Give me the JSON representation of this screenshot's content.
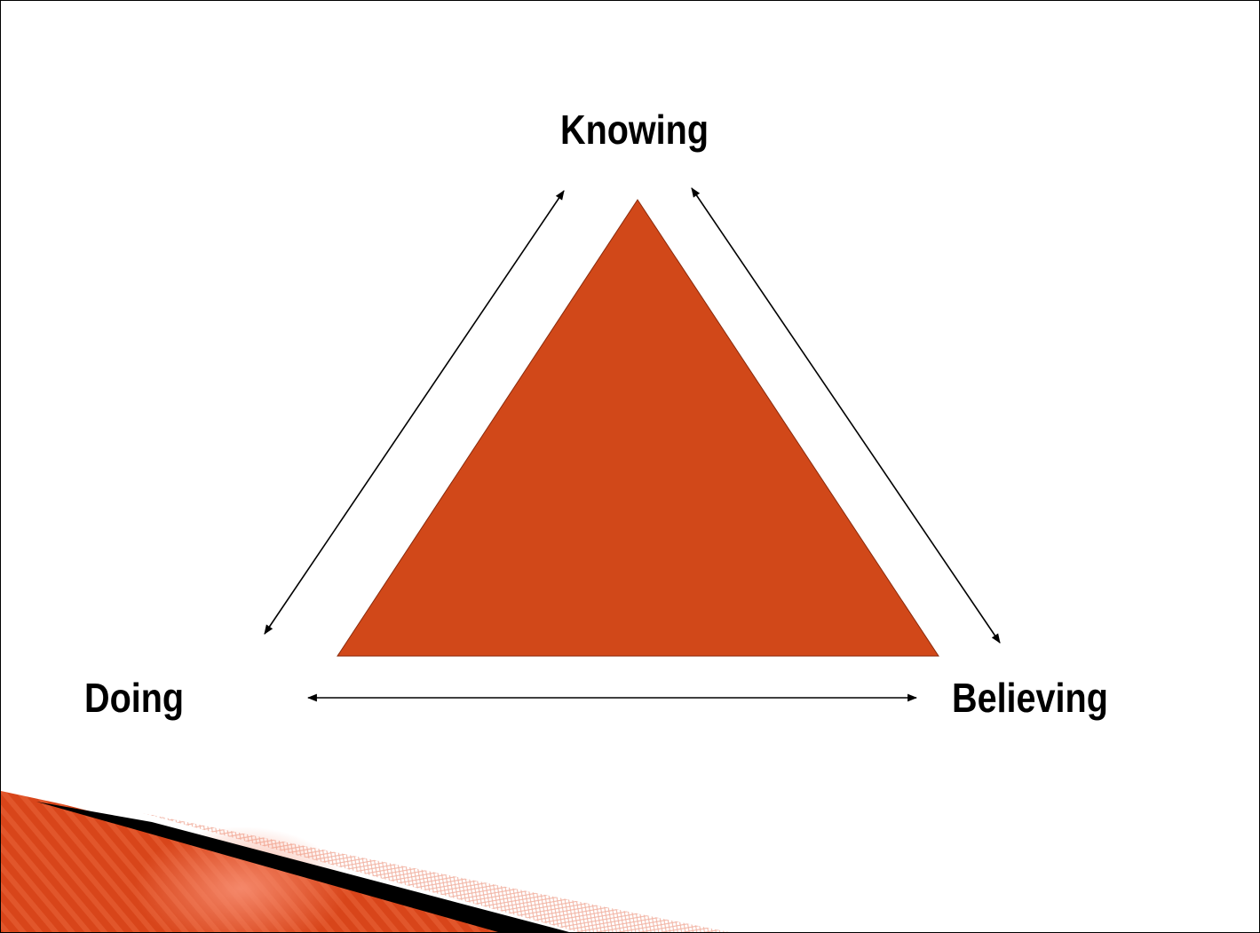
{
  "diagram": {
    "nodes": {
      "top": "Knowing",
      "left": "Doing",
      "right": "Believing"
    },
    "colors": {
      "triangle_fill": "#D14819",
      "arrow": "#000000",
      "swoosh_orange": "#D8451A",
      "swoosh_highlight": "#F07A5A",
      "swoosh_pattern": "#F2B3A3"
    },
    "connections": [
      {
        "from": "Knowing",
        "to": "Doing",
        "style": "double-arrow"
      },
      {
        "from": "Knowing",
        "to": "Believing",
        "style": "double-arrow"
      },
      {
        "from": "Doing",
        "to": "Believing",
        "style": "double-arrow"
      }
    ]
  }
}
